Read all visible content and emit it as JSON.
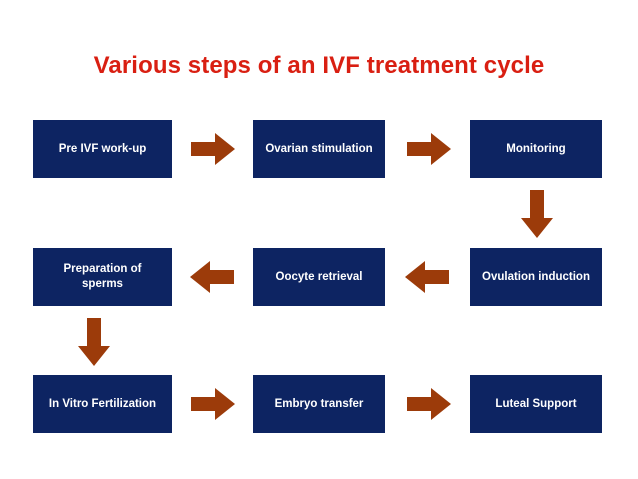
{
  "slide": {
    "title": "Various steps of an IVF treatment cycle",
    "title_color": "#d91f12",
    "background_color": "#ffffff"
  },
  "theme": {
    "node_fill": "#0d2462",
    "node_text_color": "#ffffff",
    "arrow_fill": "#9c3b0a"
  },
  "chart_data": {
    "type": "diagram",
    "title": "Various steps of an IVF treatment cycle",
    "layout": "3-row serpentine flowchart",
    "nodes": [
      {
        "id": "pre-ivf",
        "label": "Pre IVF work-up",
        "row": 1,
        "col": 1
      },
      {
        "id": "ovarian",
        "label": "Ovarian stimulation",
        "row": 1,
        "col": 2
      },
      {
        "id": "monitoring",
        "label": "Monitoring",
        "row": 1,
        "col": 3
      },
      {
        "id": "sperms",
        "label": "Preparation of sperms",
        "label_line1": "Preparation of",
        "label_line2": "sperms",
        "row": 2,
        "col": 1
      },
      {
        "id": "oocyte",
        "label": "Oocyte retrieval",
        "row": 2,
        "col": 2
      },
      {
        "id": "ovulation",
        "label": "Ovulation induction",
        "row": 2,
        "col": 3
      },
      {
        "id": "ivf",
        "label": "In Vitro Fertilization",
        "row": 3,
        "col": 1
      },
      {
        "id": "embryo",
        "label": "Embryo transfer",
        "row": 3,
        "col": 2
      },
      {
        "id": "luteal",
        "label": "Luteal Support",
        "row": 3,
        "col": 3
      }
    ],
    "edges": [
      {
        "from": "pre-ivf",
        "to": "ovarian",
        "direction": "right"
      },
      {
        "from": "ovarian",
        "to": "monitoring",
        "direction": "right"
      },
      {
        "from": "monitoring",
        "to": "ovulation",
        "direction": "down"
      },
      {
        "from": "ovulation",
        "to": "oocyte",
        "direction": "left"
      },
      {
        "from": "oocyte",
        "to": "sperms",
        "direction": "left"
      },
      {
        "from": "sperms",
        "to": "ivf",
        "direction": "down"
      },
      {
        "from": "ivf",
        "to": "embryo",
        "direction": "right"
      },
      {
        "from": "embryo",
        "to": "luteal",
        "direction": "right"
      }
    ]
  },
  "icons": {
    "arrow_right": "arrow-right-icon",
    "arrow_left": "arrow-left-icon",
    "arrow_down": "arrow-down-icon"
  }
}
